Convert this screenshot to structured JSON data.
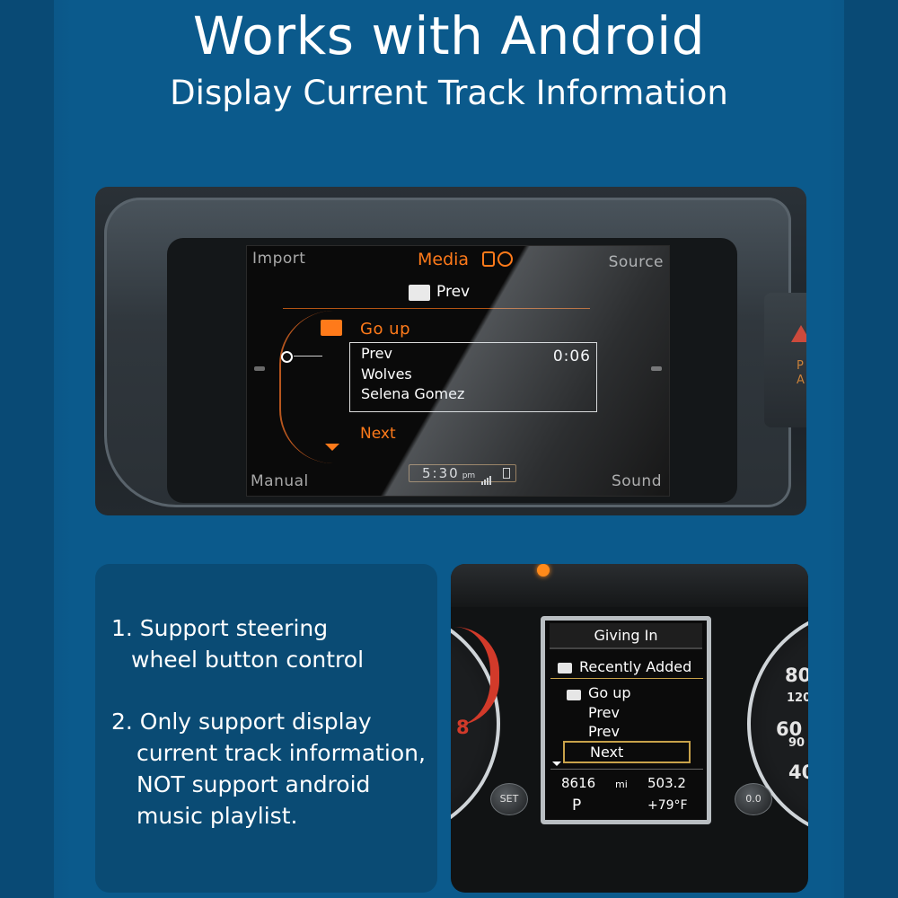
{
  "header": {
    "title": "Works with Android",
    "subtitle": "Display Current Track Information"
  },
  "head_unit": {
    "corner_import": "Import",
    "corner_source": "Source",
    "corner_manual": "Manual",
    "corner_sound": "Sound",
    "screen_title": "Media",
    "folder_header": "Prev",
    "go_up": "Go up",
    "track": {
      "line1": "Prev",
      "line2": "Wolves",
      "line3": "Selena Gomez",
      "time": "0:06"
    },
    "next": "Next",
    "clock": "5:30",
    "clock_suffix": "pm",
    "console_text": "P\nA"
  },
  "features": {
    "item1": [
      "1. Support steering",
      "wheel button control"
    ],
    "item2": [
      "2. Only support display",
      "current track information,",
      "NOT support android",
      "music playlist."
    ]
  },
  "cluster": {
    "display_title": "Giving In",
    "recently_added": "Recently Added",
    "go_up": "Go up",
    "prev1": "Prev",
    "prev2": "Prev",
    "next": "Next",
    "odometer": "8616",
    "odometer_unit": "mi",
    "trip": "503.2",
    "gear": "P",
    "temperature": "+79°F",
    "set_button": "SET",
    "reset_button": "0.0",
    "gauge_left_red": "8",
    "gauge_right_80": "80",
    "gauge_right_120": "120",
    "gauge_right_60": "60",
    "gauge_right_90": "90",
    "gauge_right_40": "40"
  },
  "colors": {
    "background": "#0b5a8c",
    "accent_orange": "#ff7a1a",
    "card": "#0a4b74"
  }
}
